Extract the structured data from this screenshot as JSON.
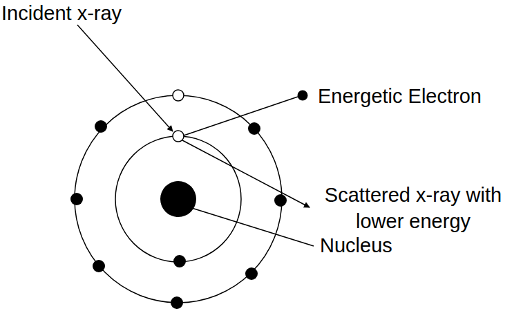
{
  "diagram": {
    "labels": [
      "Incident x-ray",
      "Energetic Electron",
      "Scattered x-ray with lower energy",
      "Nucleus"
    ]
  }
}
